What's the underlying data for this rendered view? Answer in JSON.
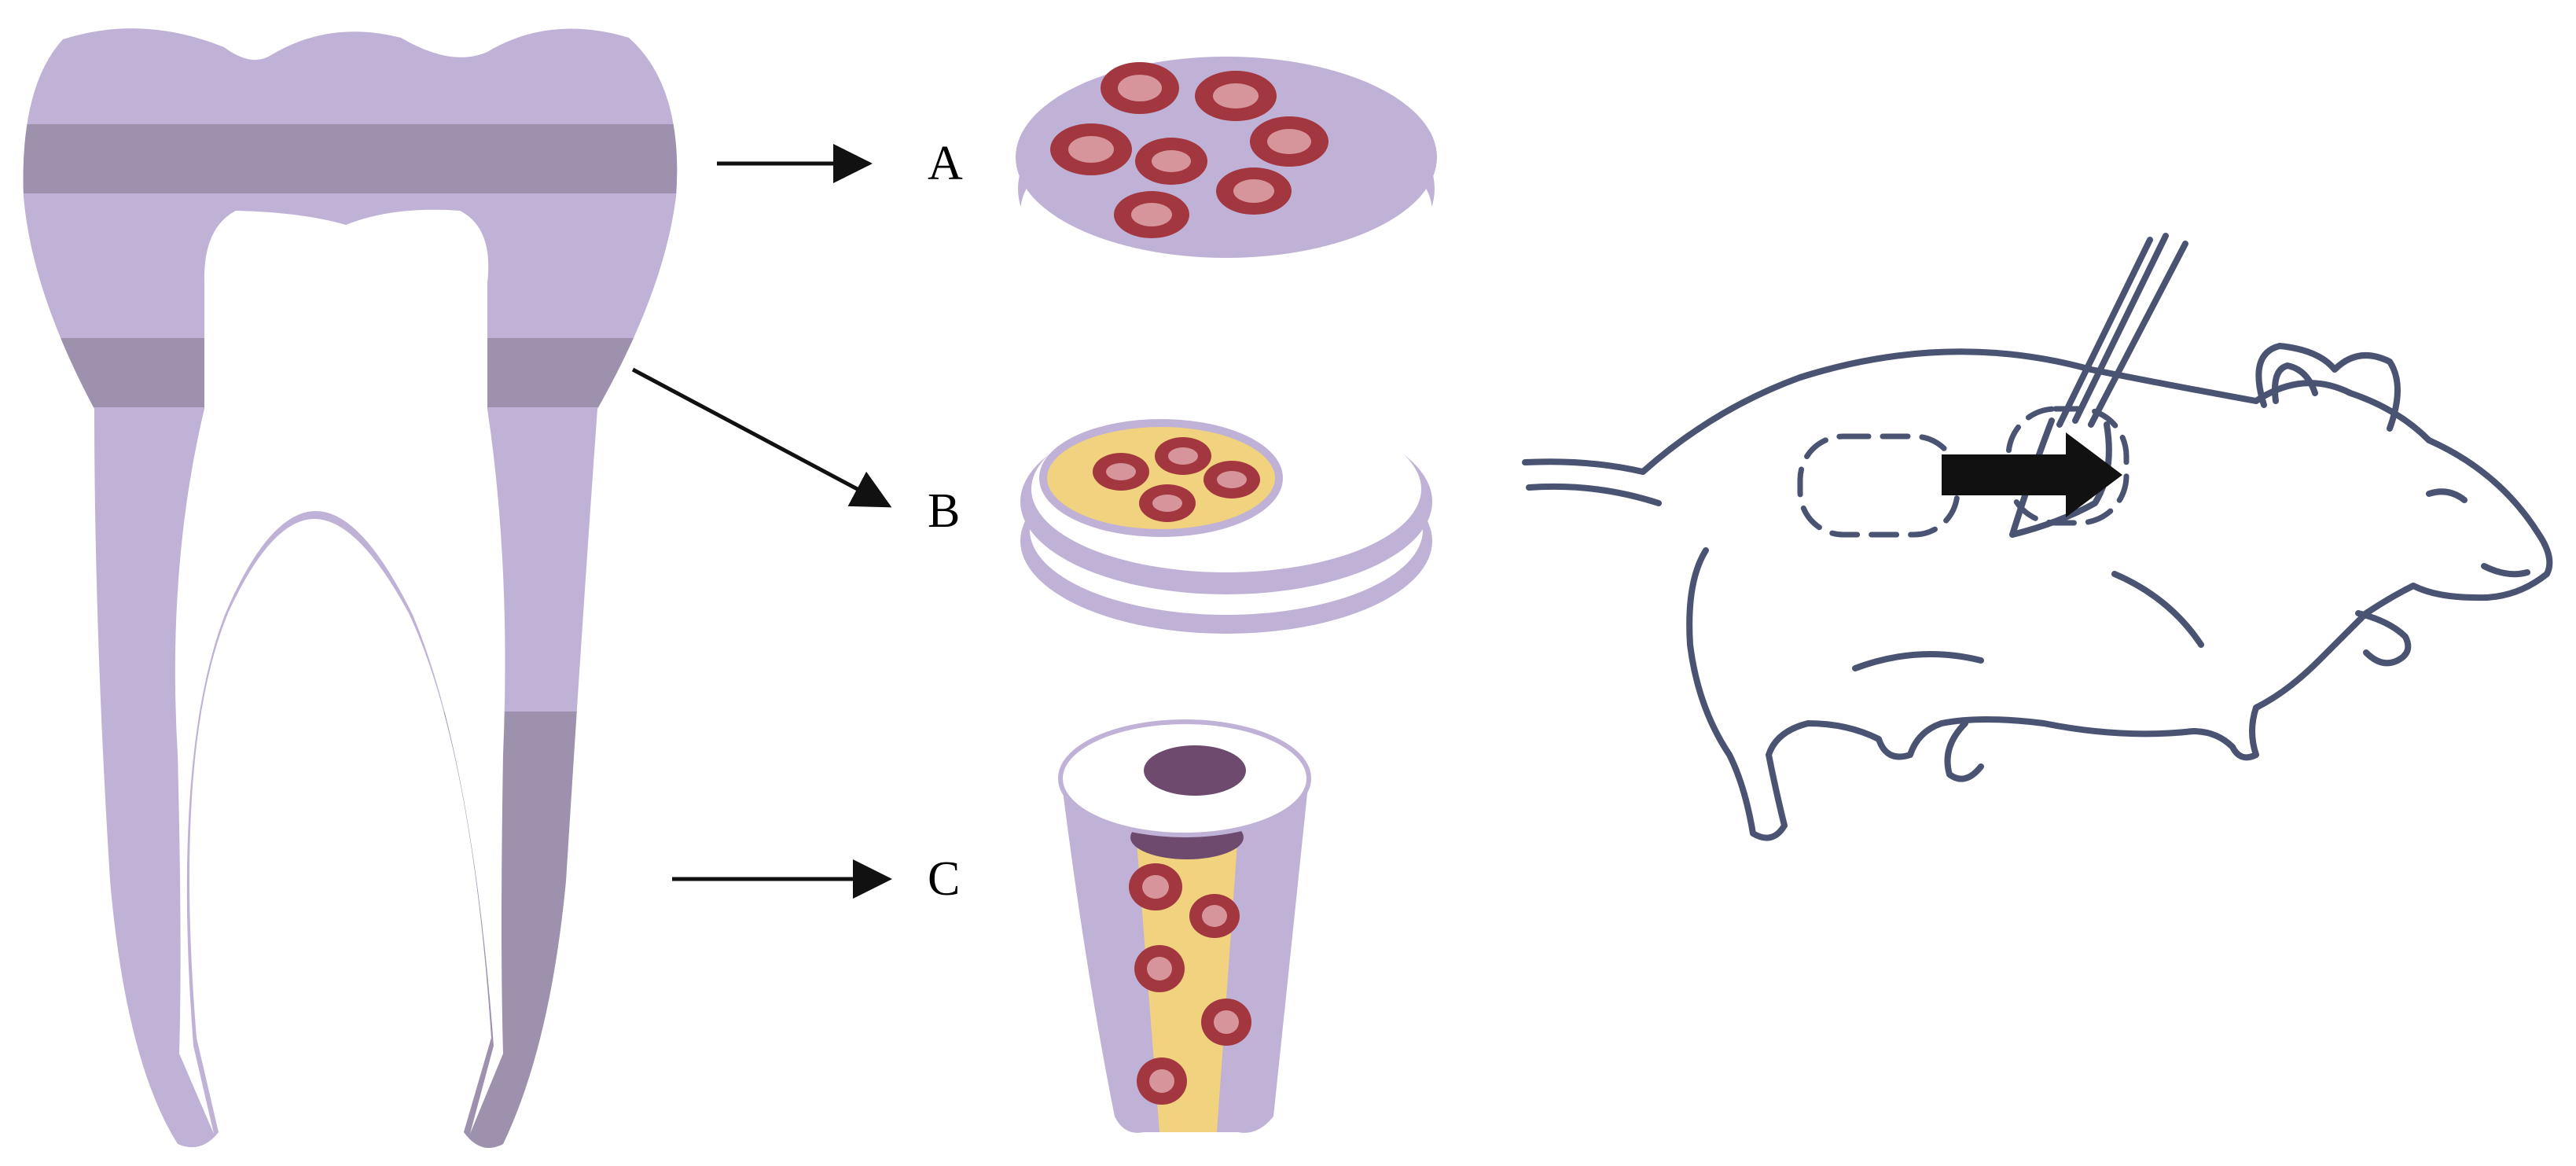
{
  "labels": {
    "a": "A",
    "b": "B",
    "c": "C"
  },
  "colors": {
    "tooth_base": "#c0b2d6",
    "tooth_band": "#9d91ad",
    "pulp": "#ffffff",
    "cell_outer": "#a3373f",
    "cell_inner": "#d6959b",
    "scaffold_yellow": "#f1d27e",
    "canal_purple": "#6e4b6e",
    "mouse_outline": "#4a5372",
    "arrow": "#111111"
  },
  "icons": {
    "tooth": "tooth-cross-section-icon",
    "disc_a": "cell-seeded-disc-icon",
    "disc_b": "dentin-disc-scaffold-icon",
    "root": "root-segment-scaffold-icon",
    "mouse": "mouse-implantation-icon",
    "forceps": "forceps-icon"
  }
}
